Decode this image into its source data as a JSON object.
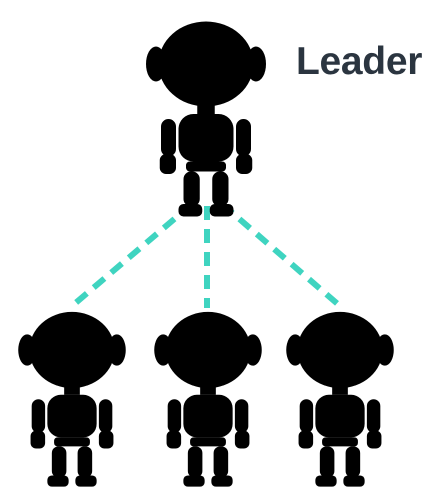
{
  "diagram": {
    "leader_label": "Leader"
  },
  "colors": {
    "leader_robot": "#7ed321",
    "leader_robot_dark": "#4e9a12",
    "follower_robot": "#3ed6b8",
    "follower_robot_dark": "#1f9e86",
    "connector": "#3fd4c0",
    "visor": "#1e2a33",
    "eyes": "#7cf3ff",
    "label": "#2b3540"
  },
  "nodes": [
    {
      "role": "leader",
      "icon": "robot-icon"
    },
    {
      "role": "follower",
      "icon": "robot-icon"
    },
    {
      "role": "follower",
      "icon": "robot-icon"
    },
    {
      "role": "follower",
      "icon": "robot-icon"
    }
  ]
}
